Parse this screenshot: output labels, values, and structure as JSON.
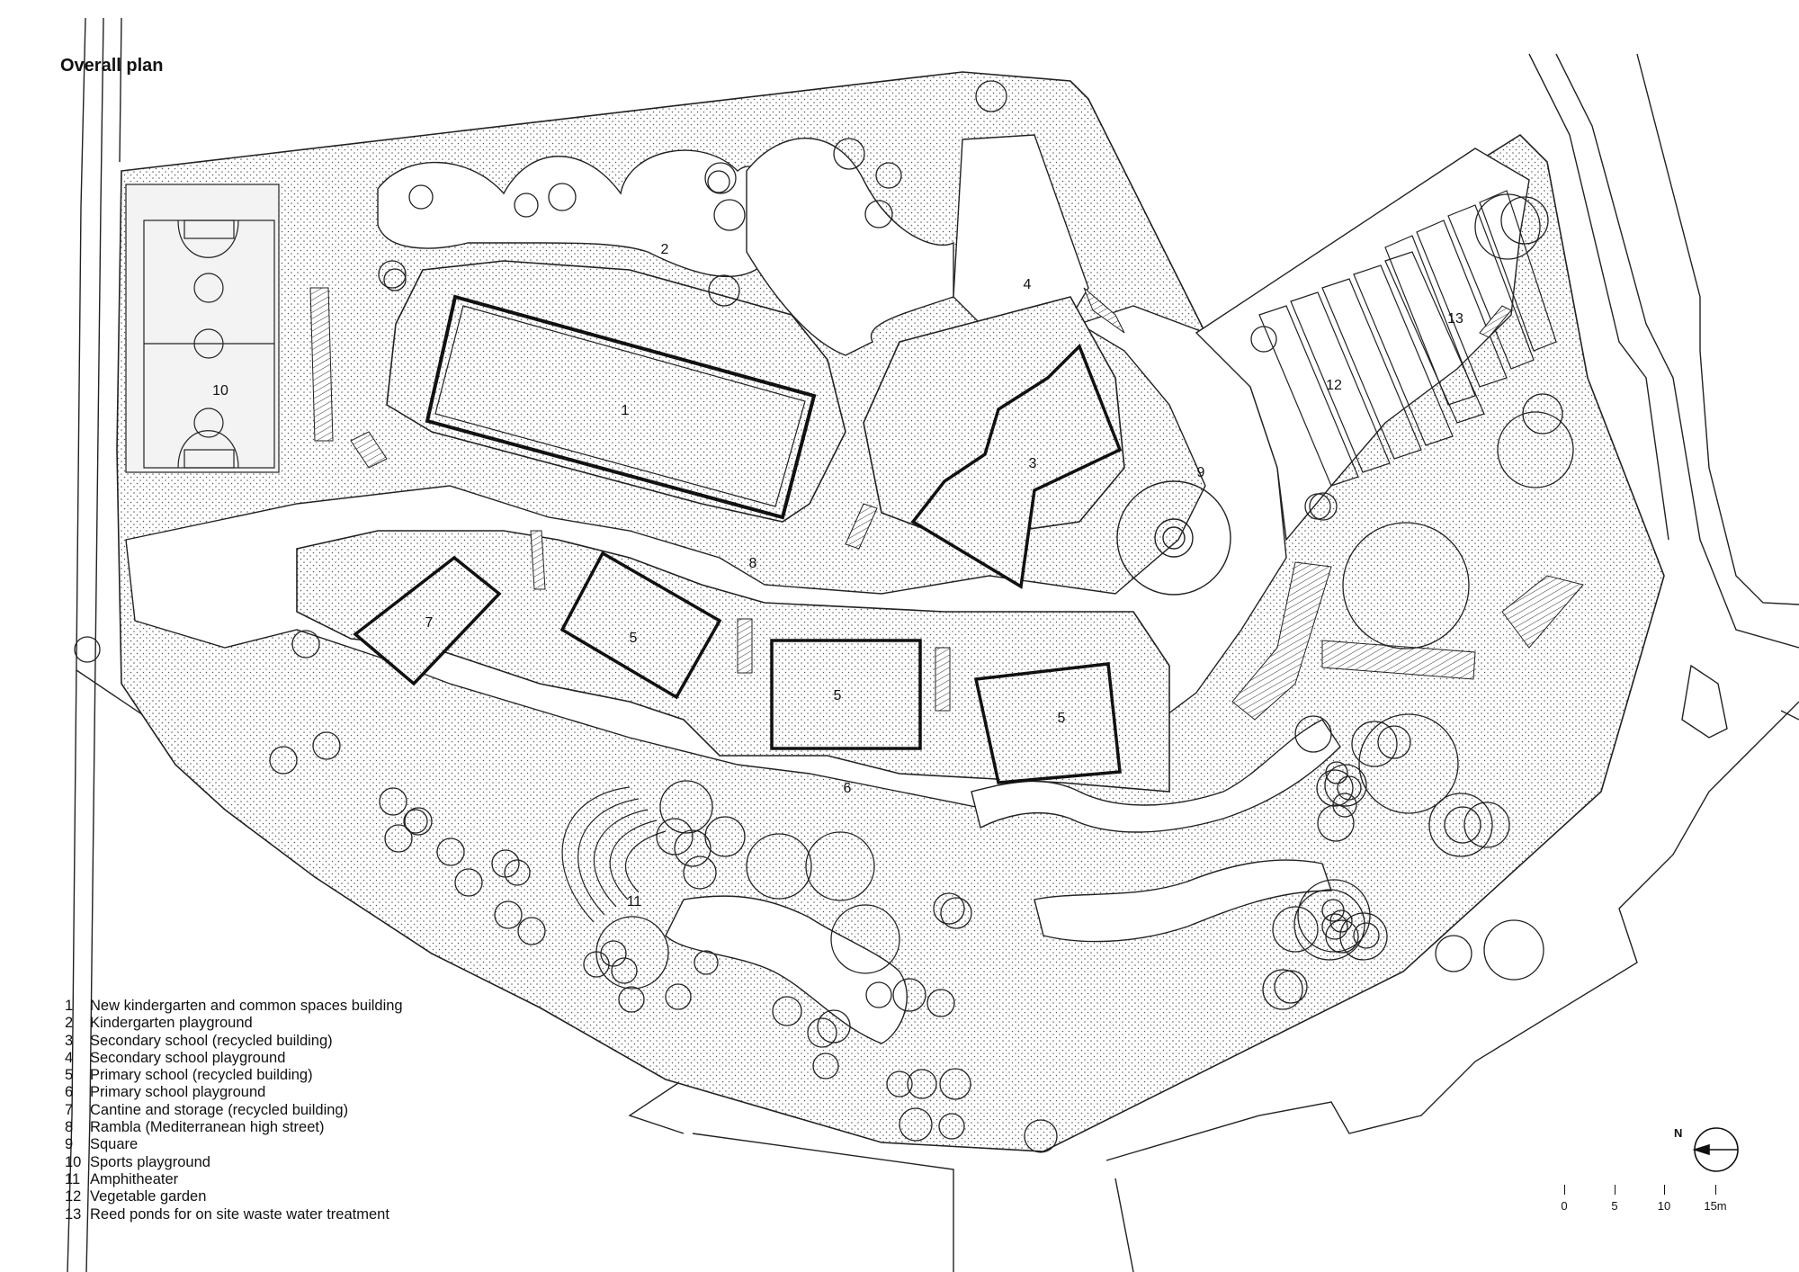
{
  "title": "Overall plan",
  "labels": [
    "1",
    "2",
    "3",
    "4",
    "5",
    "5",
    "5",
    "6",
    "7",
    "8",
    "9",
    "10",
    "11",
    "12",
    "13"
  ],
  "legend": [
    {
      "num": "1",
      "text": "New kindergarten and common spaces building"
    },
    {
      "num": "2",
      "text": "Kindergarten playground"
    },
    {
      "num": "3",
      "text": "Secondary school (recycled building)"
    },
    {
      "num": "4",
      "text": "Secondary school playground"
    },
    {
      "num": "5",
      "text": "Primary school (recycled building)"
    },
    {
      "num": "6",
      "text": "Primary school playground"
    },
    {
      "num": "7",
      "text": "Cantine and storage (recycled building)"
    },
    {
      "num": "8",
      "text": "Rambla (Mediterranean high street)"
    },
    {
      "num": "9",
      "text": "Square"
    },
    {
      "num": "10",
      "text": "Sports playground"
    },
    {
      "num": "11",
      "text": "Amphitheater"
    },
    {
      "num": "12",
      "text": "Vegetable garden"
    },
    {
      "num": "13",
      "text": "Reed ponds for on site waste water treatment"
    }
  ],
  "north_label": "N",
  "scale": [
    "0",
    "5",
    "10",
    "15m"
  ]
}
